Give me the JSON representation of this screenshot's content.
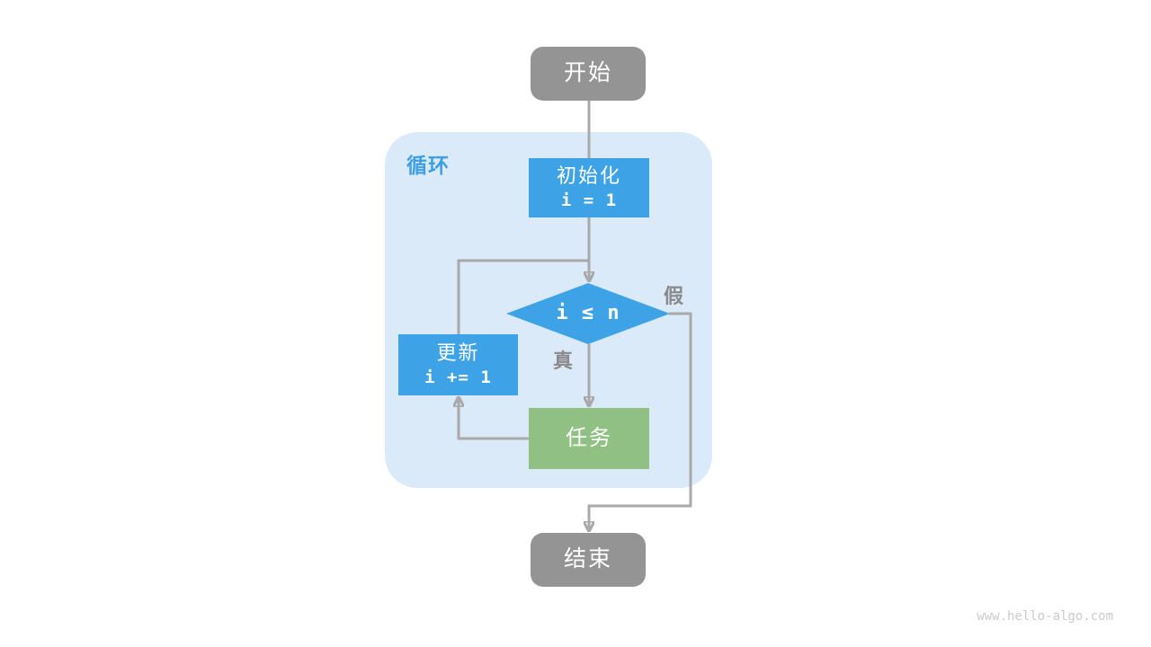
{
  "diagram": {
    "container": {
      "label": "循环"
    },
    "nodes": {
      "start": {
        "label": "开始"
      },
      "init": {
        "title": "初始化",
        "code": "i = 1"
      },
      "condition": {
        "label": "i ≤ n"
      },
      "task": {
        "label": "任务"
      },
      "update": {
        "title": "更新",
        "code": "i += 1"
      },
      "end": {
        "label": "结束"
      }
    },
    "edges": {
      "true_label": "真",
      "false_label": "假"
    },
    "watermark": "www.hello-algo.com",
    "colors": {
      "node_blue": "#3da2e6",
      "node_green": "#90c084",
      "node_gray": "#949494",
      "loop_container_bg": "#daeaf8",
      "loop_label_blue": "#3d9fe6",
      "edge_line": "#a9a9a9",
      "edge_label_gray": "#8a8a8a",
      "watermark_gray": "#cbcbcb",
      "background": "#ffffff"
    }
  }
}
